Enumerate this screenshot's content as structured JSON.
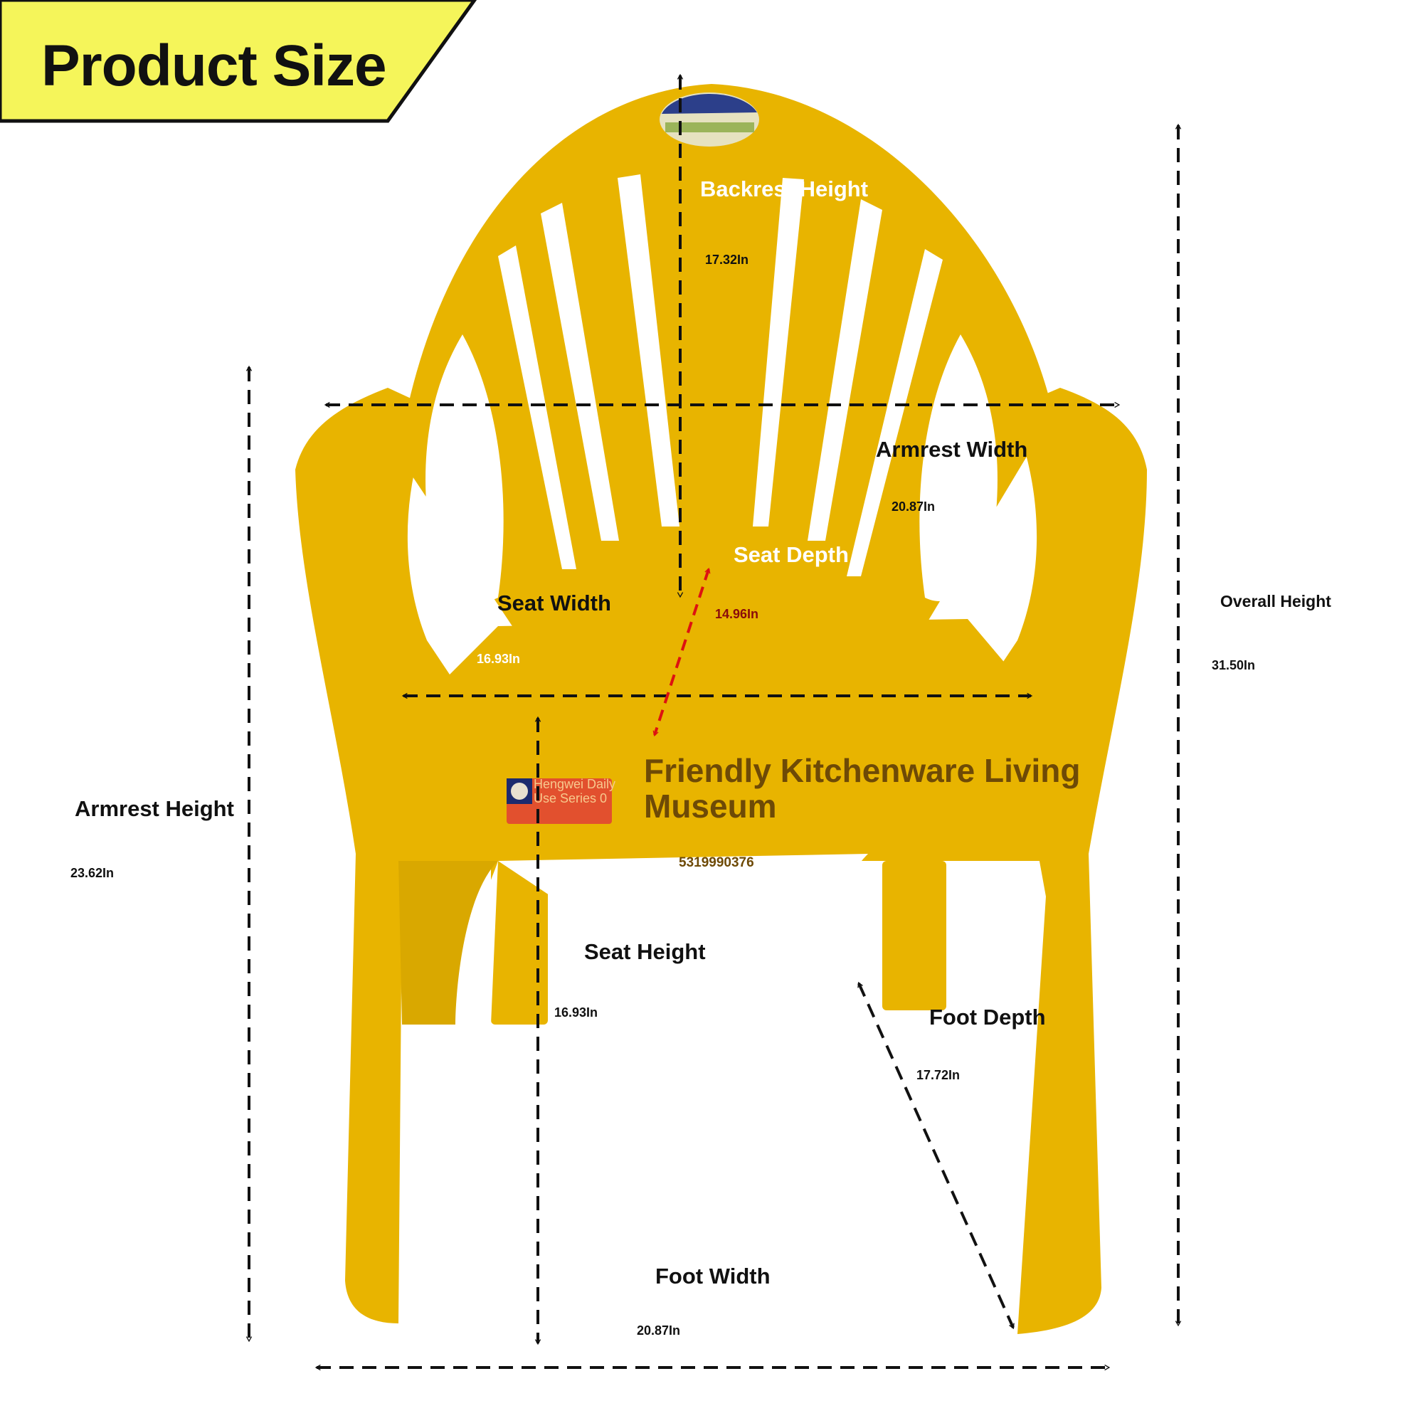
{
  "banner": {
    "title": "Product Size",
    "color": "#f5f55a"
  },
  "product": {
    "brand_text": "Friendly Kitchenware Living Museum",
    "series_label": "Hengwei Daily Use Series 0",
    "code": "5319990376",
    "chair_color": "#e8b400"
  },
  "dimensions": {
    "backrest_height": {
      "label": "Backrest Height",
      "value": "17.32In"
    },
    "armrest_width": {
      "label": "Armrest Width",
      "value": "20.87In"
    },
    "seat_depth": {
      "label": "Seat Depth",
      "value": "14.96In"
    },
    "seat_width": {
      "label": "Seat Width",
      "value": "16.93In"
    },
    "overall_height": {
      "label": "Overall Height",
      "value": "31.50In"
    },
    "armrest_height": {
      "label": "Armrest Height",
      "value": "23.62In"
    },
    "seat_height": {
      "label": "Seat Height",
      "value": "16.93In"
    },
    "foot_depth": {
      "label": "Foot Depth",
      "value": "17.72In"
    },
    "foot_width": {
      "label": "Foot Width",
      "value": "20.87In"
    }
  }
}
